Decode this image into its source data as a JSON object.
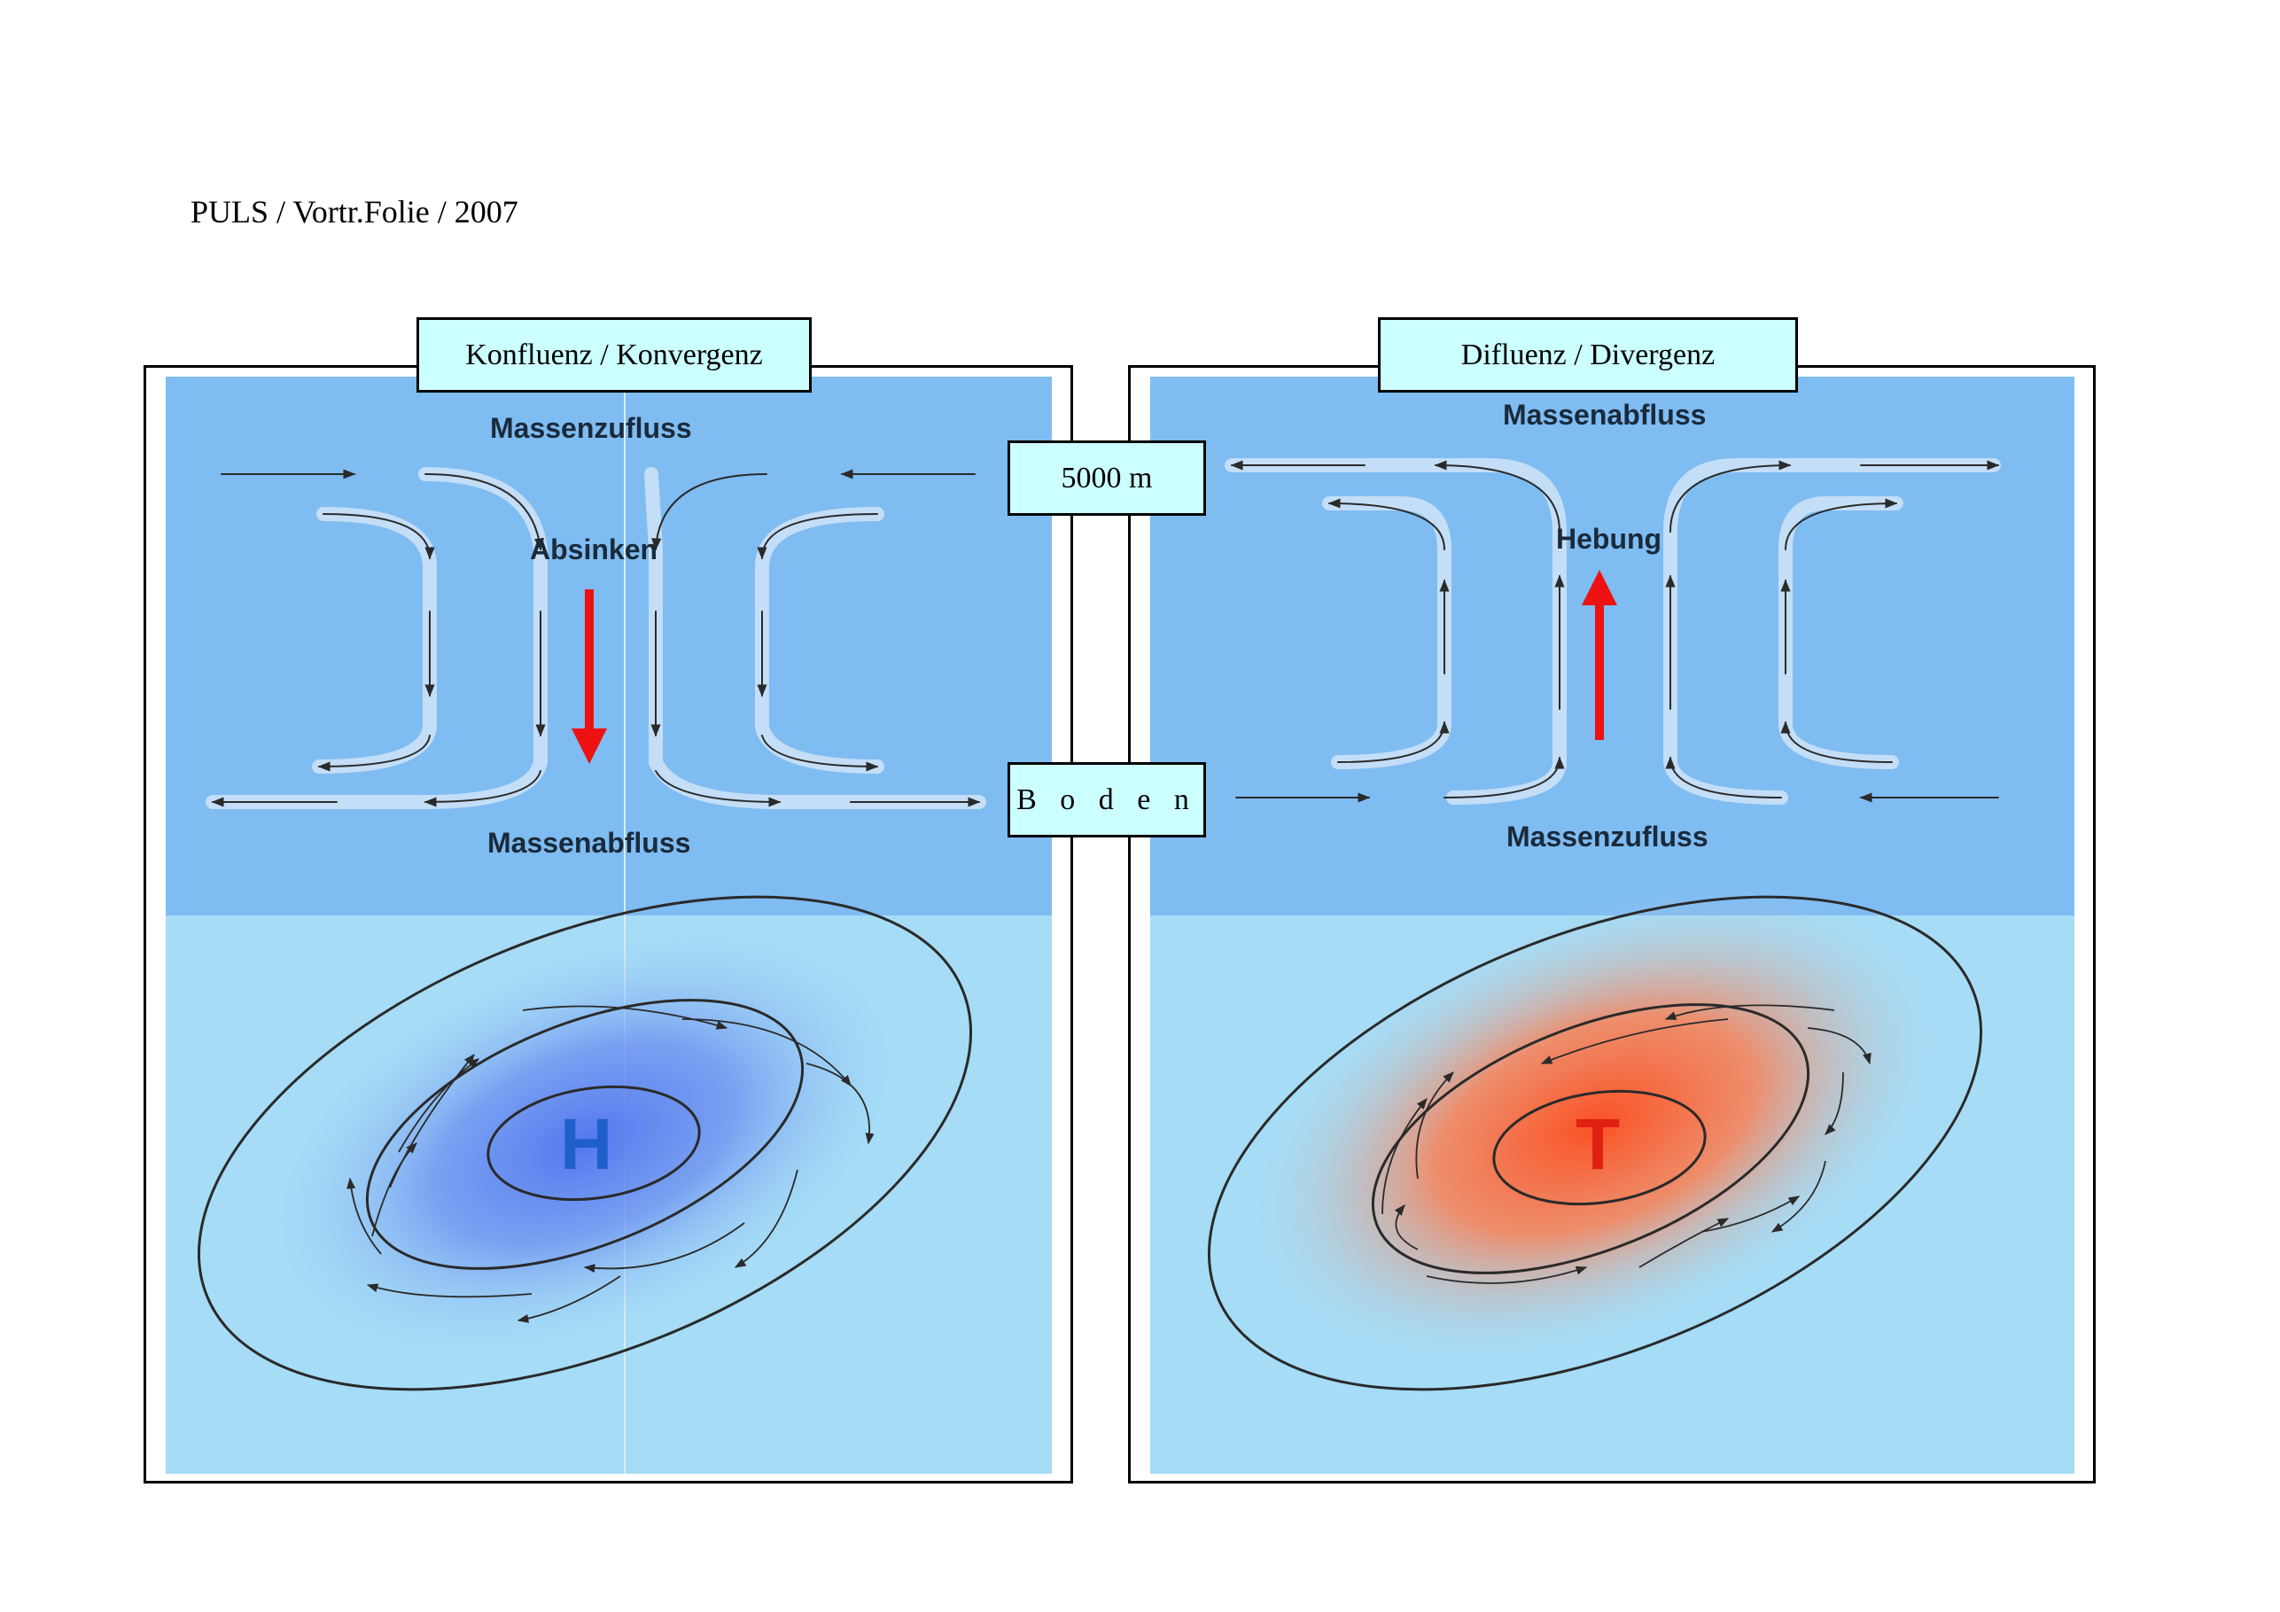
{
  "header": {
    "text": "PULS / Vortr.Folie / 2007"
  },
  "left_panel": {
    "title": "Konfluenz / Konvergenz",
    "top_label": "Massenzufluss",
    "middle_label": "Absinken",
    "bottom_label": "Massenabfluss",
    "pressure_letter": "H",
    "arrow_color": "#ee1111",
    "center_color": "#5a7ef0",
    "letter_color": "#1f5fcc"
  },
  "right_panel": {
    "title": "Difluenz / Divergenz",
    "top_label": "Massenabfluss",
    "middle_label": "Hebung",
    "bottom_label": "Massenzufluss",
    "pressure_letter": "T",
    "arrow_color": "#ee1111",
    "center_color": "#ff5a2a",
    "letter_color": "#e02010"
  },
  "levels": {
    "upper": "5000 m",
    "ground": "B o d e n"
  },
  "colors": {
    "sky": "#7fbcf2",
    "ground": "#a6dcf6",
    "box_fill": "#ccffff",
    "line": "#2a2a2a"
  }
}
